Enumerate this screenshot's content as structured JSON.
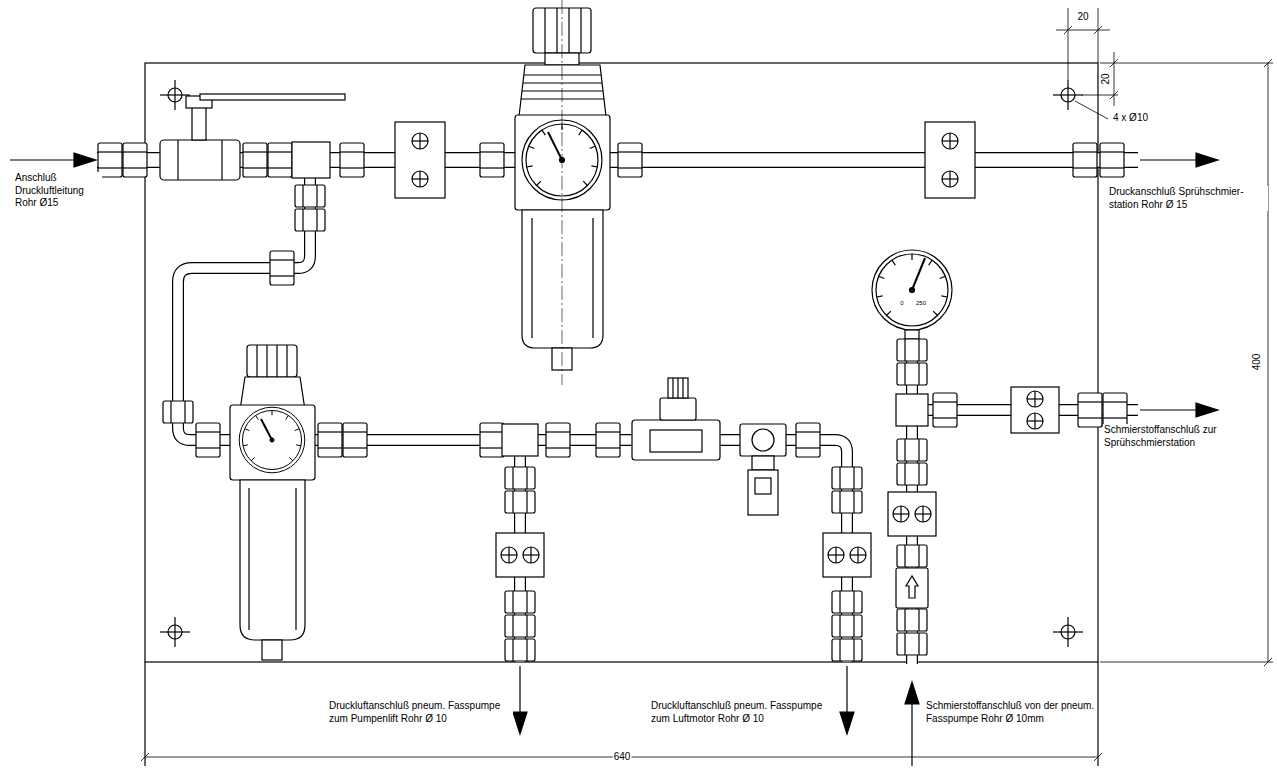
{
  "diagram": {
    "labels": [
      "Anschluß Druckluftleitung Rohr Ø15",
      "Druckanschluß Sprühschmier- station Rohr Ø 15",
      "Schmierstoffanschluß zur Sprühschmierstation",
      "Druckluftanschluß pneum. Fasspumpe zum Pumpenlift Rohr Ø 10",
      "Druckluftanschluß pneum. Fasspumpe zum Luftmotor Rohr Ø 10",
      "Schmierstoffanschluß von der pneum. Fasspumpe Rohr Ø 10mm",
      "20",
      "20",
      "4 x Ø10",
      "400",
      "640",
      "0",
      "250"
    ]
  }
}
